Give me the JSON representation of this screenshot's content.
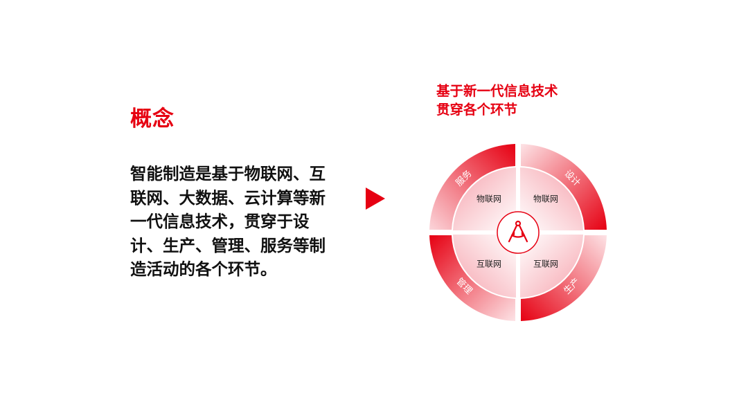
{
  "concept": {
    "title": "概念",
    "body": "智能制造是基于物联网、互联网、大数据、云计算等新一代信息技术，贯穿于设计、生产、管理、服务等制造活动的各个环节。"
  },
  "diagram": {
    "heading_line1": "基于新一代信息技术",
    "heading_line2": "贯穿各个环节",
    "ring": [
      "服务",
      "设计",
      "生产",
      "管理"
    ],
    "quadrants": [
      "物联网",
      "物联网",
      "互联网",
      "互联网"
    ],
    "center_icon": "compass-icon"
  },
  "colors": {
    "accent": "#e60012",
    "text": "#111111"
  }
}
